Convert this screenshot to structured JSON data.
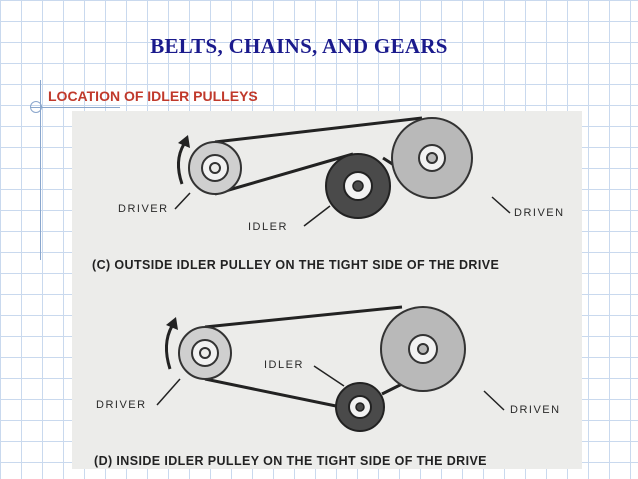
{
  "slide": {
    "title": "BELTS, CHAINS, AND GEARS",
    "subtitle": "LOCATION OF IDLER PULLEYS"
  },
  "diagram_c": {
    "driver_label": "DRIVER",
    "idler_label": "IDLER",
    "driven_label": "DRIVEN",
    "caption": "(C) OUTSIDE IDLER PULLEY ON THE TIGHT SIDE OF THE DRIVE"
  },
  "diagram_d": {
    "driver_label": "DRIVER",
    "idler_label": "IDLER",
    "driven_label": "DRIVEN",
    "caption": "(D) INSIDE IDLER PULLEY ON THE TIGHT SIDE OF THE DRIVE"
  },
  "colors": {
    "title": "#1a1a8c",
    "subtitle": "#c0392b",
    "belt": "#222222",
    "driven_pulley": "#b9b9b9",
    "idler_pulley": "#4a4a4a"
  }
}
